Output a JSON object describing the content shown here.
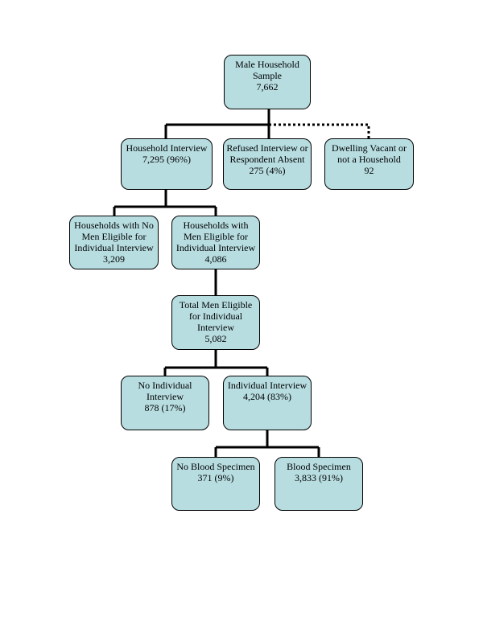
{
  "flowchart": {
    "nodes": [
      {
        "id": "male-household-sample",
        "lines": [
          "Male Household",
          "Sample",
          "7,662"
        ]
      },
      {
        "id": "household-interview",
        "lines": [
          "Household Interview",
          "7,295 (96%)"
        ]
      },
      {
        "id": "refused-interview",
        "lines": [
          "Refused Interview or",
          "Respondent Absent",
          "275 (4%)"
        ]
      },
      {
        "id": "dwelling-vacant",
        "lines": [
          "Dwelling Vacant or",
          "not a Household",
          "92"
        ]
      },
      {
        "id": "households-no-men-eligible",
        "lines": [
          "Households with No",
          "Men Eligible for",
          "Individual Interview",
          "3,209"
        ]
      },
      {
        "id": "households-men-eligible",
        "lines": [
          "Households with",
          "Men Eligible for",
          "Individual Interview",
          "4,086"
        ]
      },
      {
        "id": "total-men-eligible",
        "lines": [
          "Total Men Eligible",
          "for Individual",
          "Interview",
          "5,082"
        ]
      },
      {
        "id": "no-individual-interview",
        "lines": [
          "No Individual",
          "Interview",
          "878 (17%)"
        ]
      },
      {
        "id": "individual-interview",
        "lines": [
          "Individual Interview",
          "4,204 (83%)"
        ]
      },
      {
        "id": "no-blood-specimen",
        "lines": [
          "No Blood Specimen",
          "371 (9%)"
        ]
      },
      {
        "id": "blood-specimen",
        "lines": [
          "Blood Specimen",
          "3,833 (91%)"
        ]
      }
    ],
    "edges": [
      {
        "from": "male-household-sample",
        "to": "household-interview",
        "style": "solid"
      },
      {
        "from": "male-household-sample",
        "to": "refused-interview",
        "style": "solid"
      },
      {
        "from": "male-household-sample",
        "to": "dwelling-vacant",
        "style": "dotted"
      },
      {
        "from": "household-interview",
        "to": "households-no-men-eligible",
        "style": "solid"
      },
      {
        "from": "household-interview",
        "to": "households-men-eligible",
        "style": "solid"
      },
      {
        "from": "households-men-eligible",
        "to": "total-men-eligible",
        "style": "solid"
      },
      {
        "from": "total-men-eligible",
        "to": "no-individual-interview",
        "style": "solid"
      },
      {
        "from": "total-men-eligible",
        "to": "individual-interview",
        "style": "solid"
      },
      {
        "from": "individual-interview",
        "to": "no-blood-specimen",
        "style": "solid"
      },
      {
        "from": "individual-interview",
        "to": "blood-specimen",
        "style": "solid"
      }
    ],
    "box_color": "#b7dde1",
    "line_color": "#000000"
  }
}
